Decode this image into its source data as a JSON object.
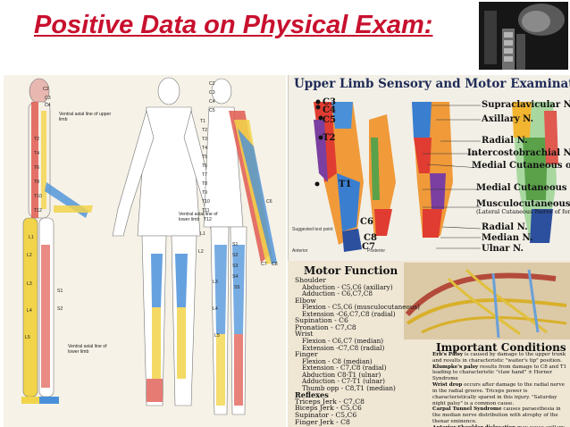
{
  "slide": {
    "title": "Positive Data on Physical Exam:"
  },
  "dermatome_chart": {
    "labels_left": [
      "C2",
      "C3",
      "C4",
      "T2",
      "T4",
      "T6",
      "T8",
      "T10",
      "T12",
      "L1",
      "L2",
      "L3",
      "L4",
      "L5",
      "S1",
      "S2"
    ],
    "labels_right": [
      "C2",
      "C3",
      "C4",
      "C5",
      "T1",
      "T2",
      "T3",
      "T4",
      "T5",
      "T6",
      "T7",
      "T8",
      "T9",
      "T10",
      "T11",
      "T12",
      "L1",
      "L2",
      "L3",
      "L4",
      "L5",
      "S1",
      "S2",
      "S3",
      "S4",
      "S5",
      "C6",
      "C7",
      "C8"
    ],
    "annotation_upper": "Ventral axial line of upper limb",
    "annotation_lower_right": "Ventral axial line of lower limb",
    "annotation_lower_left": "Ventral axial line of lower limb"
  },
  "upper_limb": {
    "title": "Upper Limb Sensory and Motor Examination",
    "dermatome_labels": [
      "C3",
      "C4",
      "C5",
      "T2",
      "T1",
      "C6",
      "C8",
      "C7"
    ],
    "nerve_labels": [
      "Supraclavicular N.",
      "Axillary N.",
      "Radial N.",
      "Intercostobrachial N.",
      "Medial Cutaneous of arm",
      "Medial Cutaneous Nerve of forearm",
      "Musculocutaneous",
      "(Lateral Cutaneous Nerve of forearm)",
      "Radial N.",
      "Median N.",
      "Ulnar N."
    ],
    "caption_a": "Anterior",
    "caption_p": "Posterior",
    "caption_legend": "Suggested test point"
  },
  "motor": {
    "title": "Motor Function",
    "lines": [
      {
        "text": "Shoulder",
        "kind": "h"
      },
      {
        "text": "Abduction - C5,C6 (axillary)",
        "kind": "i"
      },
      {
        "text": "Adduction - C6,C7,C8",
        "kind": "i"
      },
      {
        "text": "Elbow",
        "kind": "h"
      },
      {
        "text": "Flexion - C5,C6 (musculocutaneous)",
        "kind": "i"
      },
      {
        "text": "Extension -C6,C7,C8 (radial)",
        "kind": "i"
      },
      {
        "text": "Supination - C6",
        "kind": "h"
      },
      {
        "text": "Pronation - C7,C8",
        "kind": "h"
      },
      {
        "text": "Wrist",
        "kind": "h"
      },
      {
        "text": "Flexion - C6,C7 (median)",
        "kind": "i"
      },
      {
        "text": "Extension -C7,C8 (radial)",
        "kind": "i"
      },
      {
        "text": "Finger",
        "kind": "h"
      },
      {
        "text": "Flexion - C8 (median)",
        "kind": "i"
      },
      {
        "text": "Extension - C7,C8 (radial)",
        "kind": "i"
      },
      {
        "text": "Abduction C8-T1 (ulnar)",
        "kind": "i"
      },
      {
        "text": "Adduction - C7-T1 (ulnar)",
        "kind": "i"
      },
      {
        "text": "Thumb opp - C8,T1 (median)",
        "kind": "i"
      },
      {
        "text": "Reflexes",
        "kind": "hb"
      },
      {
        "text": "Triceps Jerk - C7,C8",
        "kind": "h"
      },
      {
        "text": "Biceps Jerk - C5,C6",
        "kind": "h"
      },
      {
        "text": "Supinator - C5,C6",
        "kind": "h"
      },
      {
        "text": "Finger Jerk - C8",
        "kind": "h"
      }
    ]
  },
  "conditions": {
    "title": "Important Conditions",
    "items": [
      {
        "name": "Erb's Palsy",
        "text": " is caused by damage to the upper trunk and results in characteristic \"waiter's tip\" position."
      },
      {
        "name": "Klumpke's palsy",
        "text": " results from damage to C8 and T1 leading to characteristic \"claw hand\" ± Horner Syndrome"
      },
      {
        "name": "Wrist drop",
        "text": " occurs after damage to the radial nerve in the radial groove. Triceps power is characteristically spared in this injury. \"Saturday night palsy\" is a common cause."
      },
      {
        "name": "Carpal Tunnel Syndrome",
        "text": " causes paraesthesia in the median nerve distribution with atrophy of the thenar eminence."
      },
      {
        "name": "Anterior Shoulder dislocation",
        "text": " may cause axillary nerve damage resulting in \"regimental badge\" anaesthesia and deltoid weakness."
      }
    ]
  },
  "colors": {
    "title_red": "#c8102e",
    "panel_navy": "#1e2a56",
    "derm_red": "#e03c31",
    "derm_blue": "#4a90d9",
    "derm_yellow": "#f4e04d"
  },
  "icons": {
    "xray": "cervical-spine-xray-image",
    "body_front": "dermatome-body-front",
    "body_back": "dermatome-body-back",
    "arm": "arm-dermatome-image",
    "plexus": "brachial-plexus-image"
  }
}
